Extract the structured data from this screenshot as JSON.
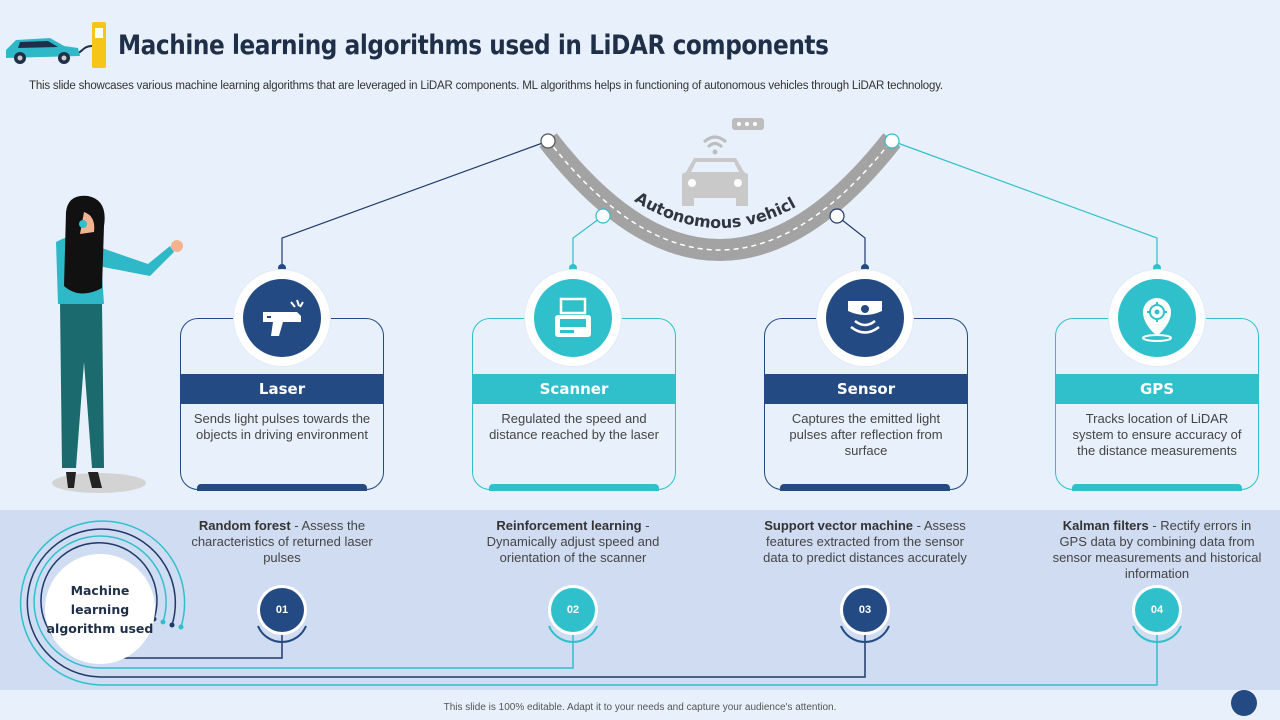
{
  "header": {
    "title": "Machine learning algorithms used in LiDAR components",
    "subtitle": "This slide showcases various machine learning algorithms that are leveraged in LiDAR components. ML algorithms helps in functioning of autonomous vehicles through LiDAR technology."
  },
  "center": {
    "label": "Autonomous vehicle"
  },
  "colors": {
    "navy": "#234a82",
    "teal": "#2fc0cc",
    "dark_text": "#1f2f47",
    "band_bg": "#cfdcf1"
  },
  "components": [
    {
      "name": "Laser",
      "description": "Sends light pulses towards the objects in driving environment",
      "icon": "laser-gun-icon",
      "color": "navy"
    },
    {
      "name": "Scanner",
      "description": "Regulated the speed and distance reached by the laser",
      "icon": "scanner-icon",
      "color": "teal"
    },
    {
      "name": "Sensor",
      "description": "Captures the emitted light pulses after reflection from surface",
      "icon": "sensor-icon",
      "color": "navy"
    },
    {
      "name": "GPS",
      "description": "Tracks location of LiDAR system to ensure accuracy of the distance measurements",
      "icon": "gps-pin-icon",
      "color": "teal"
    }
  ],
  "algorithms": [
    {
      "number": "01",
      "name": "Random forest",
      "description": " - Assess the characteristics of returned laser pulses"
    },
    {
      "number": "02",
      "name": "Reinforcement learning",
      "description": " - Dynamically adjust speed and orientation of the scanner"
    },
    {
      "number": "03",
      "name": "Support vector machine",
      "description": " - Assess features extracted from the sensor data to predict distances accurately"
    },
    {
      "number": "04",
      "name": "Kalman filters",
      "description": " - Rectify errors in GPS data by combining data from sensor measurements and historical information"
    }
  ],
  "ml_label": "Machine learning algorithm used",
  "footer": "This slide is 100% editable. Adapt it to your needs and capture your audience's attention."
}
